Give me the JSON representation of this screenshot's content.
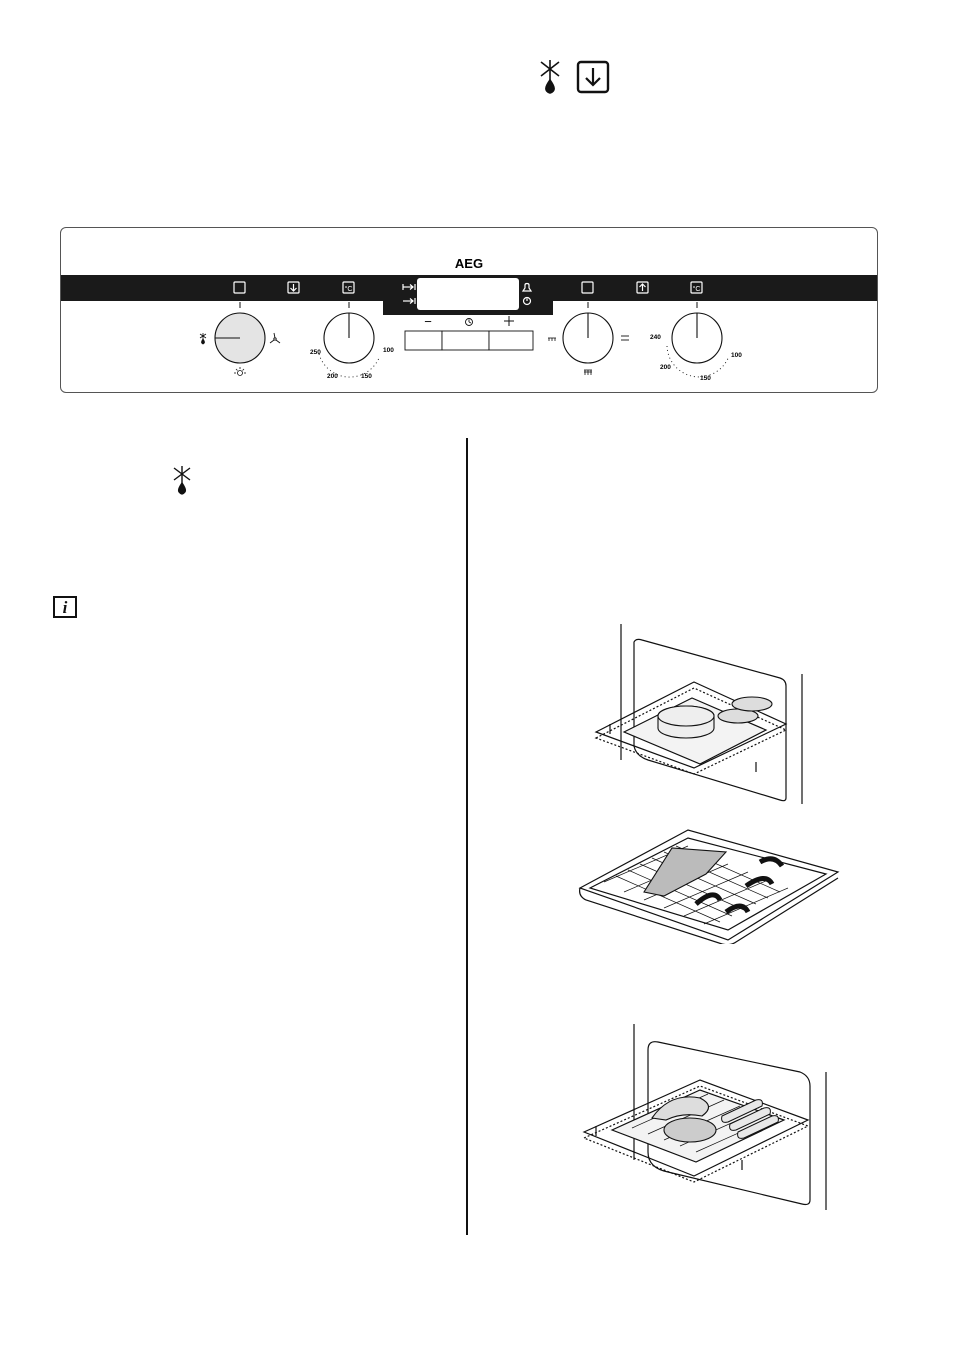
{
  "header_icons": {
    "defrost": "defrost-icon",
    "arrow": "arrow-down-box-icon"
  },
  "panel": {
    "brand": "AEG",
    "left_dial": {
      "symbol_left": "defrost-icon",
      "symbol_right": "fan-icon",
      "symbol_bottom": "light-icon"
    },
    "temp_dial_1": {
      "labels": [
        "250",
        "200",
        "150",
        "100"
      ]
    },
    "temp_dial_2": {
      "labels": [
        "240",
        "200",
        "150",
        "100"
      ]
    },
    "top_symbols": [
      "square-icon",
      "arrow-down-box-icon",
      "celsius-box-icon",
      "square-icon",
      "arrow-up-box-icon",
      "celsius-box-icon"
    ],
    "buttons": {
      "minus": "−",
      "clock": "clock-icon",
      "plus": "+"
    },
    "display_left_icons": [
      "duration-icon",
      "end-time-icon"
    ],
    "display_right_icons": [
      "bell-icon",
      "clock-icon"
    ]
  },
  "inline_icons": {
    "defrost": "defrost-icon",
    "info": "info-icon"
  },
  "info_letter": "i",
  "colors": {
    "ink": "#111111",
    "panel_bar": "#1a1a1a",
    "dial_fill_active": "#e4e4e4"
  }
}
